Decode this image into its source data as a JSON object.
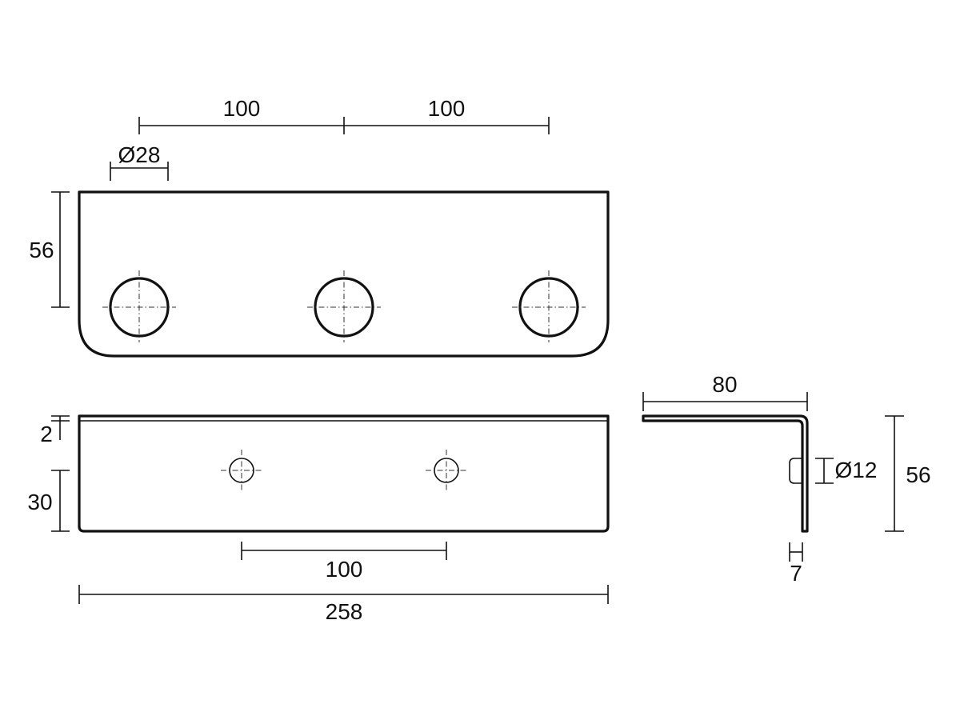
{
  "top_view": {
    "dim_spacing_left": "100",
    "dim_spacing_right": "100",
    "dim_hole_diameter": "Ø28",
    "dim_height": "56"
  },
  "front_view": {
    "dim_thickness": "2",
    "dim_hole_height": "30",
    "dim_hole_spacing": "100",
    "dim_total_length": "258"
  },
  "side_view": {
    "dim_flange_length": "80",
    "dim_small_hole_diameter": "Ø12",
    "dim_height": "56",
    "dim_offset": "7"
  }
}
